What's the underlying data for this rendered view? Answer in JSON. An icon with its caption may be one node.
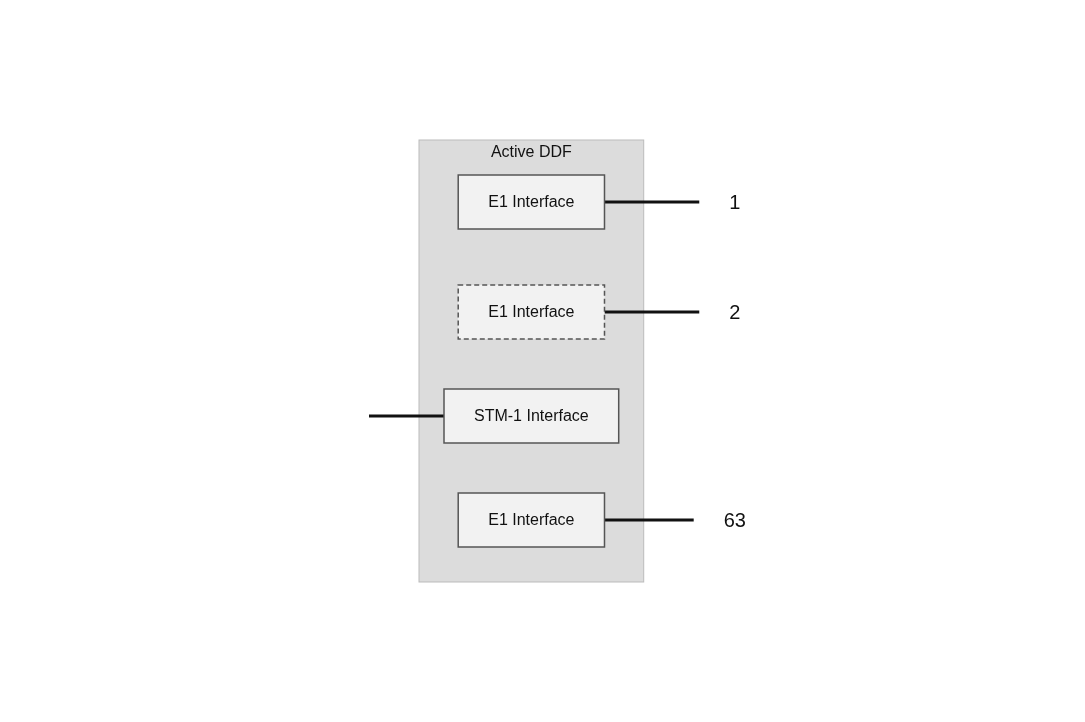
{
  "diagram": {
    "nodes": [
      {
        "text": [
          "Active DDF"
        ]
      },
      {
        "text": [
          "E1 Interface"
        ],
        "in": 0
      },
      {
        "text": [
          "1"
        ]
      },
      {
        "text": [
          "E1 Interface"
        ],
        "in": 0
      },
      {
        "text": [
          "2"
        ]
      },
      {
        "text": [
          "STM-1 Interface"
        ],
        "in": 0
      },
      {
        "text": [
          "E1 Interface"
        ],
        "in": 0
      },
      {
        "text": [
          "63"
        ]
      }
    ],
    "edges": [
      {
        "from": 1,
        "to": 2,
        "arrow": "none"
      },
      {
        "from": 3,
        "to": 4,
        "arrow": "none"
      },
      {
        "from": null,
        "to": 5,
        "arrow": "none"
      },
      {
        "from": 6,
        "to": 7,
        "arrow": "none"
      }
    ]
  }
}
